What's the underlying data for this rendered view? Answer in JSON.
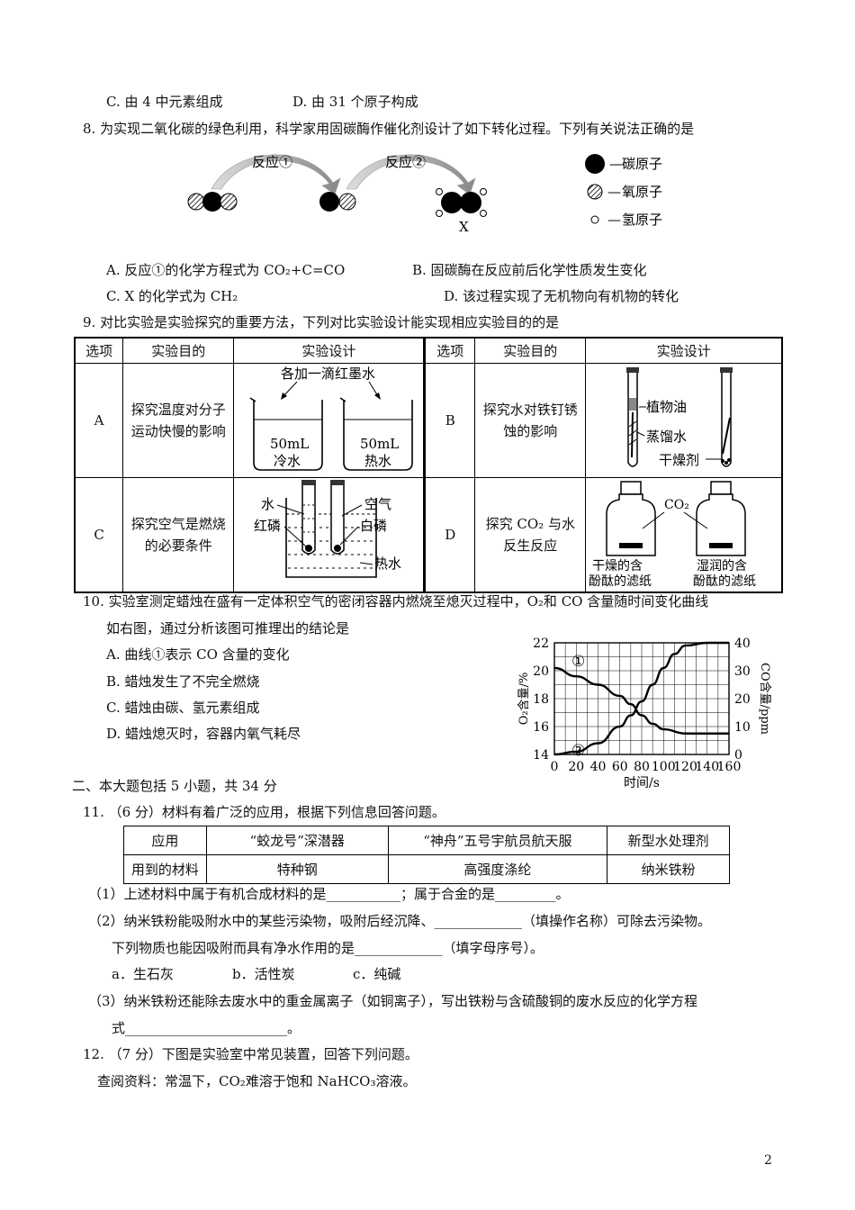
{
  "q7": {
    "option_c": "C. 由 4 中元素组成",
    "option_d": "D. 由 31 个原子构成"
  },
  "q8": {
    "stem": "8. 为实现二氧化碳的绿色利用，科学家用固碳酶作催化剂设计了如下转化过程。下列有关说法正确的是",
    "reaction1": "反应①",
    "reaction2": "反应②",
    "product_label": "X",
    "legend": [
      "碳原子",
      "氧原子",
      "氢原子"
    ],
    "option_a": "A. 反应①的化学方程式为 CO₂+C=CO",
    "option_b": "B. 固碳酶在反应前后化学性质发生变化",
    "option_c": "C. X 的化学式为 CH₂",
    "option_d": "D. 该过程实现了无机物向有机物的转化"
  },
  "q9": {
    "stem": "9. 对比实验是实验探究的重要方法，下列对比实验设计能实现相应实验目的的是",
    "headers": [
      "选项",
      "实验目的",
      "实验设计",
      "选项",
      "实验目的",
      "实验设计"
    ],
    "rows": [
      {
        "opt_left": "A",
        "goal_left": "探究温度对分子运动快慢的影响",
        "opt_right": "B",
        "goal_right": "探究水对铁钉锈蚀的影响"
      },
      {
        "opt_left": "C",
        "goal_left": "探究空气是燃烧的必要条件",
        "opt_right": "D",
        "goal_right": "探究 CO₂ 与水反生反应"
      }
    ],
    "diagram_a": {
      "top": "各加一滴红墨水",
      "beaker1": [
        "50mL",
        "冷水"
      ],
      "beaker2": [
        "50mL",
        "热水"
      ]
    },
    "diagram_b": {
      "labels": [
        "植物油",
        "蒸馏水",
        "干燥剂"
      ]
    },
    "diagram_c": {
      "labels": [
        "水",
        "红磷",
        "空气",
        "白磷",
        "热水"
      ]
    },
    "diagram_d": {
      "gas": "CO₂",
      "left": [
        "干燥的含",
        "酚酞的滤纸"
      ],
      "right": [
        "湿润的含",
        "酚酞的滤纸"
      ]
    }
  },
  "q10": {
    "stem_1": "10. 实验室测定蜡烛在盛有一定体积空气的密闭容器内燃烧至熄灭过程中，O₂和 CO 含量随时间变化曲线",
    "stem_2": "如右图，通过分析该图可推理出的结论是",
    "option_a": "A. 曲线①表示 CO 含量的变化",
    "option_b": "B. 蜡烛发生了不完全燃烧",
    "option_c": "C. 蜡烛由碳、氢元素组成",
    "option_d": "D. 蜡烛熄灭时，容器内氧气耗尽"
  },
  "chart_data": {
    "type": "line",
    "xlabel": "时间/s",
    "ylabel": "O₂含量/%",
    "y2label": "CO含量/ppm",
    "x_ticks": [
      0,
      20,
      40,
      60,
      80,
      100,
      120,
      140,
      160
    ],
    "y_ticks": [
      14,
      16,
      18,
      20,
      22
    ],
    "y2_ticks": [
      0,
      10,
      20,
      30,
      40
    ],
    "xlim": [
      0,
      160
    ],
    "ylim": [
      14,
      22
    ],
    "y2lim": [
      0,
      40
    ],
    "grid": true,
    "series": [
      {
        "name": "①",
        "axis": "left",
        "x": [
          0,
          20,
          40,
          60,
          70,
          80,
          90,
          100,
          120,
          140,
          160
        ],
        "values": [
          20.2,
          19.6,
          19.0,
          18.2,
          17.6,
          16.8,
          16.2,
          15.8,
          15.5,
          15.5,
          15.5
        ]
      },
      {
        "name": "②",
        "axis": "right",
        "x": [
          0,
          20,
          40,
          60,
          70,
          80,
          90,
          100,
          110,
          120,
          140,
          160
        ],
        "values": [
          0,
          1,
          4,
          10,
          14,
          19,
          25,
          31,
          36,
          39,
          40,
          40
        ]
      }
    ]
  },
  "section2": "二、本大题包括 5 小题，共 34 分",
  "q11": {
    "stem": "11. （6 分）材料有着广泛的应用，根据下列信息回答问题。",
    "table": [
      [
        "应用",
        "“蛟龙号”深潜器",
        "“神舟”五号宇航员航天服",
        "新型水处理剂"
      ],
      [
        "用到的材料",
        "特种钢",
        "高强度涤纶",
        "纳米铁粉"
      ]
    ],
    "p1": "（1）上述材料中属于有机合成材料的是___________；属于合金的是_________。",
    "p2a": "（2）纳米铁粉能吸附水中的某些污染物，吸附后经沉降、_____________（填操作名称）可除去污染物。",
    "p2b": "下列物质也能因吸附而具有净水作用的是_____________（填字母序号）。",
    "choices": [
      "a．生石灰",
      "b．活性炭",
      "c．纯碱"
    ],
    "p3a": "（3）纳米铁粉还能除去废水中的重金属离子（如铜离子），写出铁粉与含硫酸铜的废水反应的化学方程",
    "p3b": "式________________________。"
  },
  "q12": {
    "stem": "12. （7 分）下图是实验室中常见装置，回答下列问题。",
    "info": "查阅资料：常温下，CO₂难溶于饱和 NaHCO₃溶液。"
  },
  "page_number": "2"
}
